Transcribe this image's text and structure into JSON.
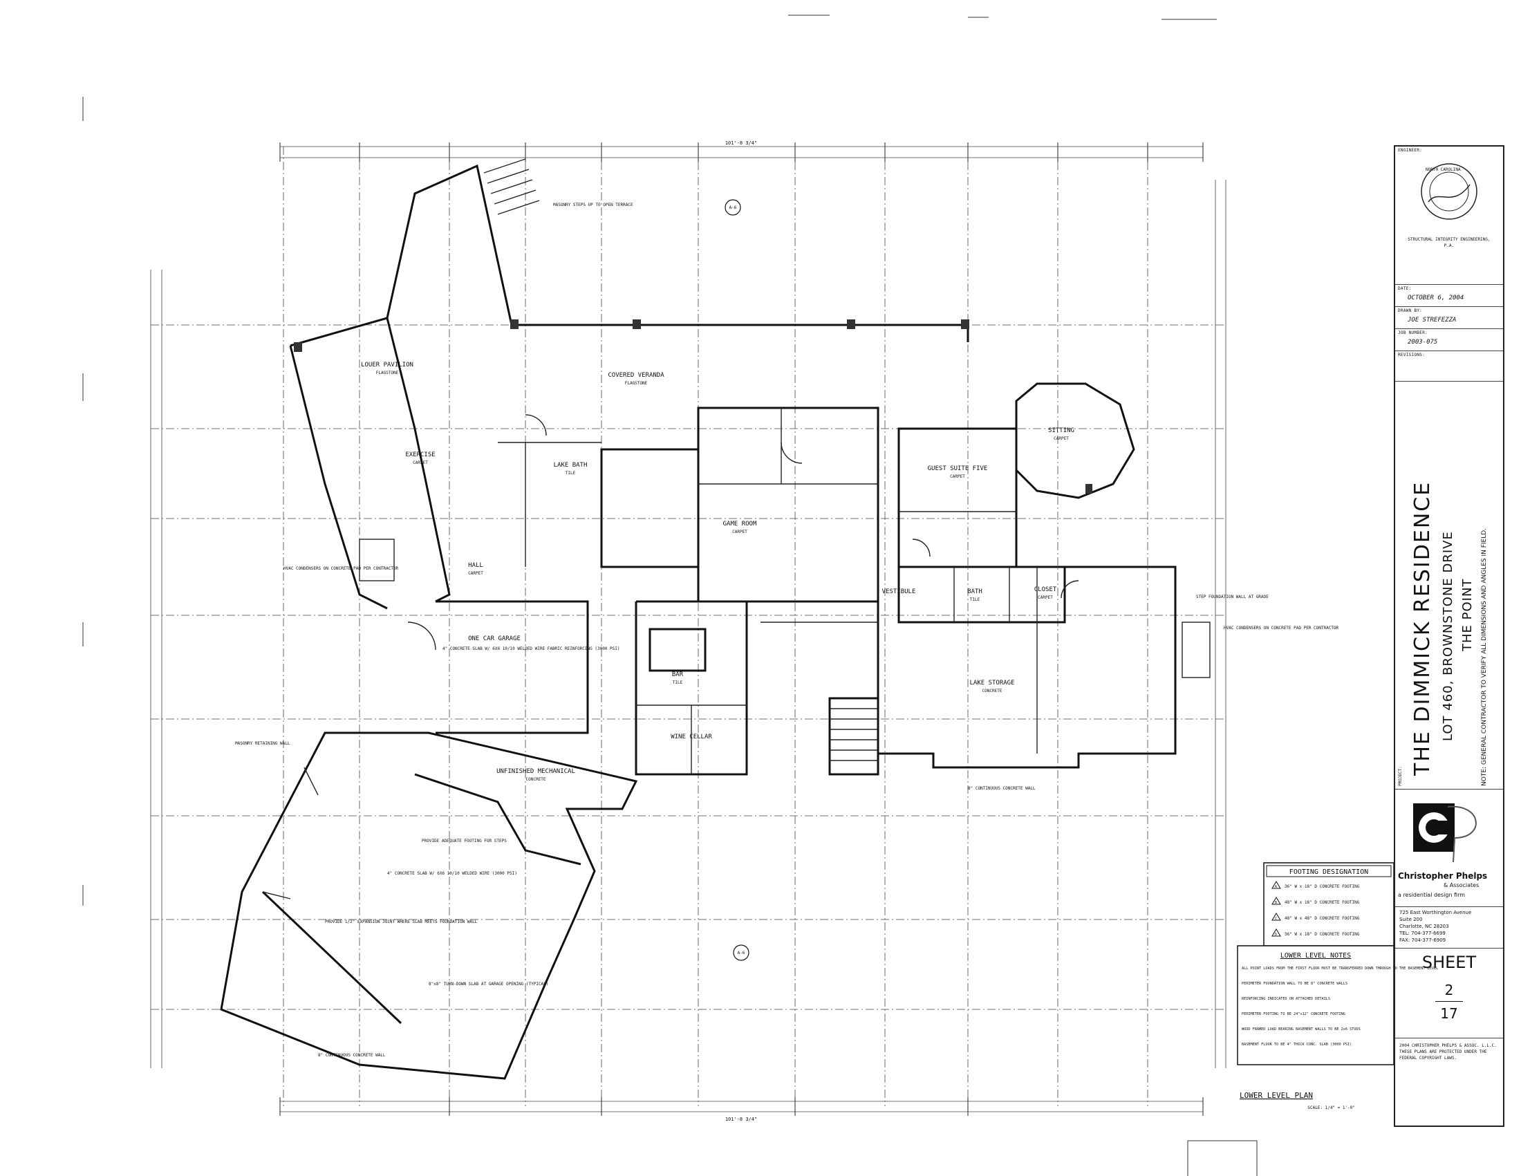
{
  "drawing": {
    "plan_title": "LOWER LEVEL PLAN",
    "scale": "SCALE: 1/4\" = 1'-0\"",
    "rooms": {
      "covered_veranda": "COVERED VERANDA",
      "covered_veranda_finish": "FLAGSTONE",
      "louer_pavilion": "LOUER PAVILION",
      "louer_pavilion_finish": "FLAGSTONE",
      "exercise": "EXERCISE",
      "exercise_finish": "CARPET",
      "lake_bath": "LAKE BATH",
      "lake_bath_finish": "TILE",
      "game_room": "GAME ROOM",
      "game_room_finish": "CARPET",
      "guest_suite": "GUEST SUITE FIVE",
      "guest_suite_finish": "CARPET",
      "sitting": "SITTING",
      "sitting_finish": "CARPET",
      "vestibule": "VESTIBULE",
      "bath": "BATH",
      "bath_finish": "TILE",
      "closet": "CLOSET",
      "closet_finish": "CARPET",
      "hall": "HALL",
      "hall_finish": "CARPET",
      "garage": "ONE CAR GARAGE",
      "bar": "BAR",
      "bar_finish": "TILE",
      "wine_cellar": "WINE CELLAR",
      "lake_storage": "LAKE STORAGE",
      "lake_storage_finish": "CONCRETE",
      "mechanical": "UNFINISHED MECHANICAL",
      "mechanical_finish": "CONCRETE"
    },
    "notes": {
      "garage_slab": "4\" CONCRETE SLAB W/ 6X6 10/10 WELDED WIRE FABRIC REINFORCING (3000 PSI)",
      "mech_slab": "4\" CONCRETE SLAB W/ 6X6 10/10 WELDED WIRE (3000 PSI)",
      "expansion": "PROVIDE 1/2\" EXPANSION JOINT WHERE SLAB MEETS FOUNDATION WALL",
      "turndown": "8\"x8\" TURN-DOWN SLAB AT GARAGE OPENING (TYPICAL)",
      "cont_wall": "8\" CONTINUOUS CONCRETE WALL",
      "cont_wall_2": "8\" CONTINUOUS CONCRETE WALL",
      "hvac_left": "HVAC CONDENSERS ON CONCRETE PAD PER CONTRACTOR",
      "hvac_right": "HVAC CONDENSERS ON CONCRETE PAD PER CONTRACTOR",
      "masonry_steps": "MASONRY STEPS UP TO OPEN TERRACE",
      "retaining": "MASONRY RETAINING WALL",
      "step_foundation": "STEP FOUNDATION WALL AT GRADE",
      "footing_steps": "PROVIDE ADEQUATE FOOTING FOR STEPS"
    },
    "dimensions": {
      "top_overall": "101'-8 3/4\"",
      "bottom_overall": "101'-8 3/4\""
    },
    "section_tags": [
      "A-6",
      "A-6"
    ]
  },
  "footing": {
    "title": "FOOTING DESIGNATION",
    "items": [
      {
        "tag": "A",
        "text": "36\" W x 18\" D CONCRETE FOOTING"
      },
      {
        "tag": "B",
        "text": "48\" W x 18\" D CONCRETE FOOTING"
      },
      {
        "tag": "C",
        "text": "48\" W x 48\" D CONCRETE FOOTING"
      },
      {
        "tag": "D",
        "text": "36\" W x 18\" D CONCRETE FOOTING"
      }
    ]
  },
  "lower_notes": {
    "title": "LOWER LEVEL NOTES",
    "items": [
      "ALL POINT LOADS FROM THE FIRST FLOOR MUST BE TRANSFERRED DOWN THROUGH TO THE BASEMENT LEVEL",
      "PERIMETER FOUNDATION WALL TO BE 8\" CONCRETE WALLS",
      "REINFORCING INDICATED ON ATTACHED DETAILS",
      "PERIMETER FOOTING TO BE 24\"x12\" CONCRETE FOOTING",
      "WOOD FRAMED LOAD BEARING BASEMENT WALLS TO BE 2x6 STUDS",
      "BASEMENT FLOOR TO BE 4\" THICK CONC. SLAB (3000 PSI)"
    ]
  },
  "title_block": {
    "engineer_label": "ENGINEER:",
    "seal_text": "NORTH CAROLINA",
    "engineer_info": "STRUCTURAL INTEGRITY ENGINEERING, P.A.",
    "date_label": "DATE:",
    "date": "OCTOBER 6, 2004",
    "drawn_label": "DRAWN BY:",
    "drawn_by": "JOE STREFEZZA",
    "job_label": "JOB NUMBER:",
    "job_number": "2003-075",
    "revisions_label": "REVISIONS:",
    "project_label": "PROJECT:",
    "project_title": "THE DIMMICK RESIDENCE",
    "project_lot": "LOT 460, BROWNSTONE DRIVE",
    "project_place": "THE POINT",
    "project_note": "NOTE: GENERAL CONTRACTOR TO VERIFY ALL DIMENSIONS AND ANGLES IN FIELD.",
    "firm_name": "Christopher Phelps",
    "firm_sub": "& Associates",
    "firm_tag": "a residential design firm",
    "address1": "725 East Worthington Avenue",
    "address2": "Suite 200",
    "address3": "Charlotte, NC 28203",
    "tel": "TEL: 704-377-6699",
    "fax": "FAX: 704-377-6909",
    "sheet_label": "SHEET",
    "sheet_number": "2",
    "sheet_total": "17",
    "copyright": "2004 CHRISTOPHER PHELPS & ASSOC. L.L.C. THESE PLANS ARE PROTECTED UNDER THE FEDERAL COPYRIGHT LAWS."
  }
}
